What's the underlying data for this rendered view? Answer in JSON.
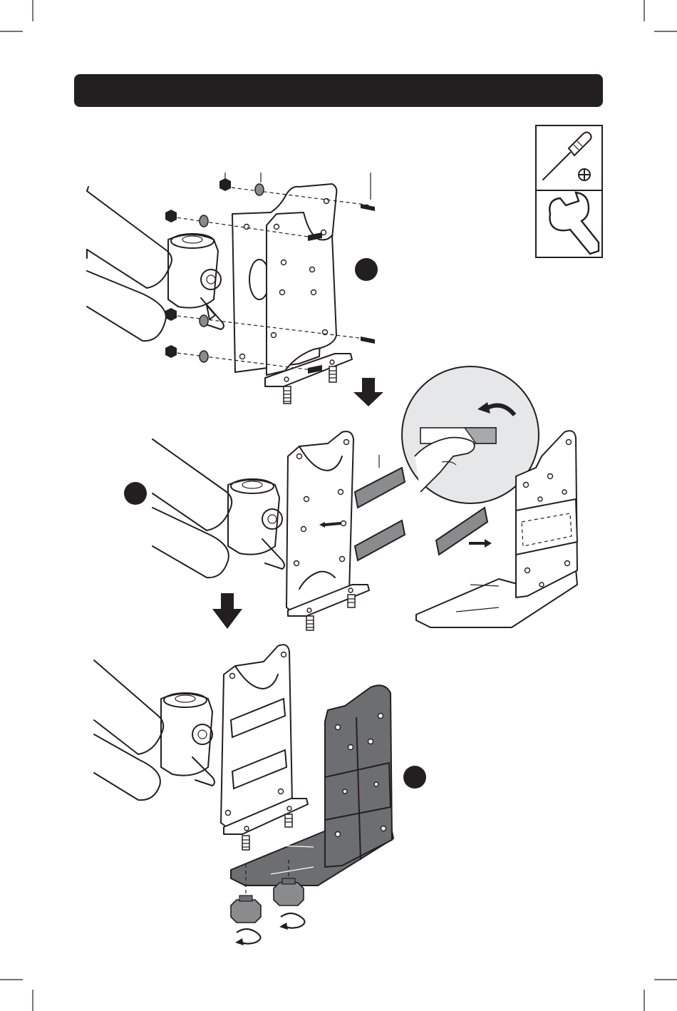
{
  "header_bar": {
    "text": ""
  },
  "tools": [
    {
      "name": "phillips-screwdriver",
      "symbol": "⊕"
    },
    {
      "name": "wrench"
    }
  ],
  "step_markers": [
    {
      "id": "step-1",
      "label": ""
    },
    {
      "id": "step-2",
      "label": ""
    },
    {
      "id": "step-3",
      "label": ""
    }
  ],
  "colors": {
    "ink": "#231f20",
    "pad_grey": "#8a8b8d",
    "bracket_grey": "#6d6e71",
    "inset_bg": "#e6e7e8"
  }
}
